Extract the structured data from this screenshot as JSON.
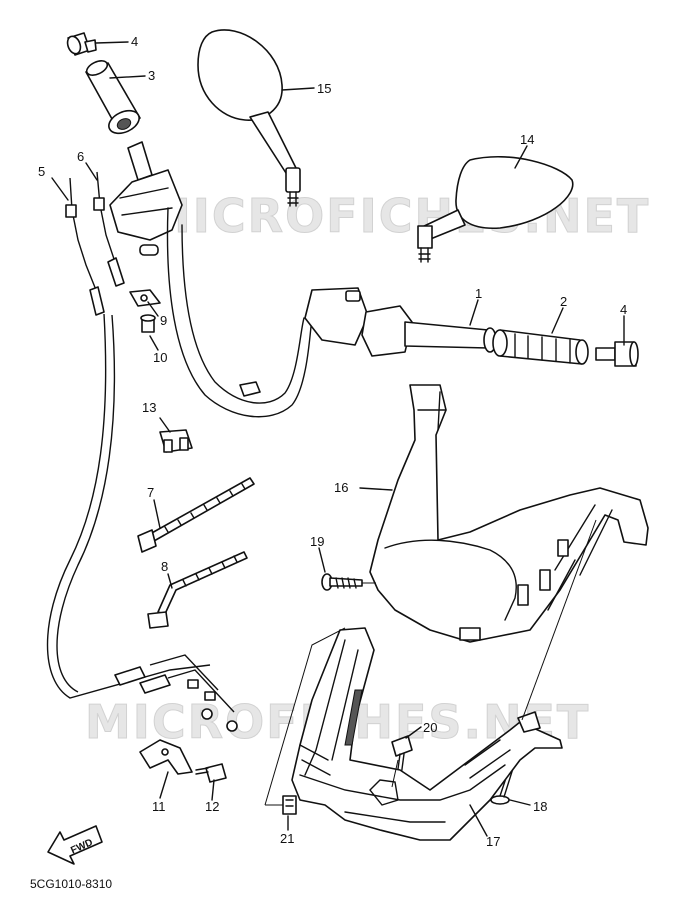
{
  "watermarks": [
    "MICROFICHES.NET",
    "MICROFICHES.NET"
  ],
  "part_labels": {
    "p1": "1",
    "p2": "2",
    "p3": "3",
    "p4a": "4",
    "p4b": "4",
    "p5": "5",
    "p6": "6",
    "p7": "7",
    "p8": "8",
    "p9": "9",
    "p10": "10",
    "p11": "11",
    "p12": "12",
    "p13": "13",
    "p14": "14",
    "p15": "15",
    "p16": "16",
    "p17": "17",
    "p18": "18",
    "p19": "19",
    "p20": "20",
    "p21": "21"
  },
  "fwd_label": "FWD",
  "drawing_code": "5CG1010-8310"
}
